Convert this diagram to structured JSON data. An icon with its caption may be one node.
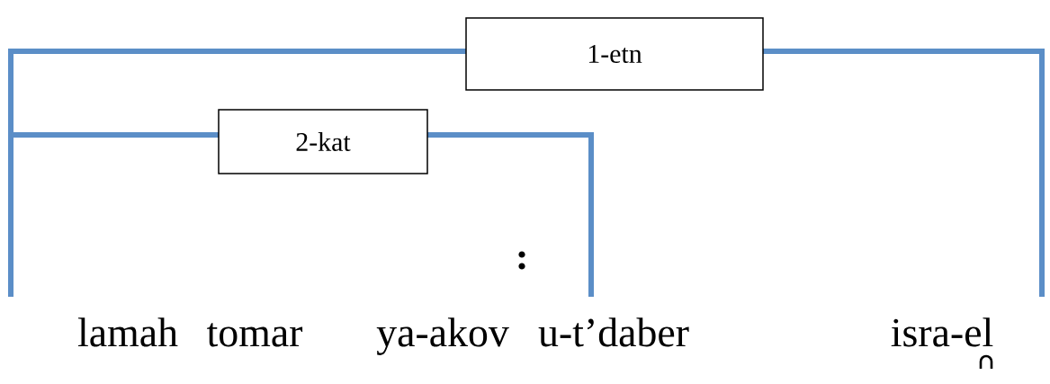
{
  "diagram": {
    "nodes": [
      {
        "text": [
          "1-etn"
        ]
      },
      {
        "text": [
          "2-kat"
        ]
      }
    ],
    "labels": [
      "lamah",
      "tomar",
      "ya-akov",
      "u-t’daber",
      "isra-el"
    ]
  }
}
